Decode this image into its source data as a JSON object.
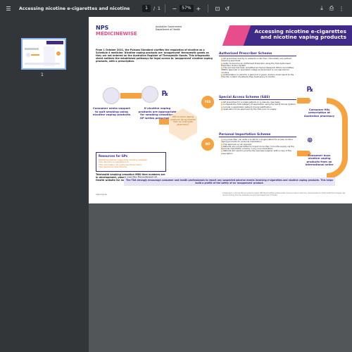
{
  "toolbar": {
    "title": "Accessing nicotine e-cigarettes and nicotine vaping prod...",
    "page_current": "1",
    "page_sep": "/",
    "page_total": "1",
    "zoom": "57%",
    "icons": [
      "menu-icon",
      "zoom-out-icon",
      "zoom-in-icon",
      "fit-page-icon",
      "rotate-icon",
      "download-icon",
      "print-icon",
      "more-icon"
    ]
  },
  "sidebar": {
    "thumb_label": "1"
  },
  "doc": {
    "logo_nps": "NPS",
    "logo_mw": "MEDICINEWISE",
    "gov_line1": "Australian Government",
    "gov_line2": "Department of Health",
    "banner_line1": "Accessing nicotine e-cigarettes",
    "banner_line2": "and nicotine vaping products",
    "intro": "From 1 October 2021, the Poisons Standard clarifies the regulation of nicotine as a Schedule 4 medicine. Nicotine vaping products are 'unapproved' therapeutic goods as they are not entered on the Australian Register of Therapeutic Goods. This infographic sheet outlines the established pathways for legal access to 'unapproved' nicotine vaping products, with a prescription.",
    "consumer_seeks": "Consumer seeks support to quit smoking using nicotine vaping products",
    "gp_writes": "If nicotine vaping products are appropriate for smoking cessation, GP writes prescription.",
    "hex_text": "Will nicotine vaping products be purchased from an Australian pharmacy?",
    "yes": "YES",
    "no": "NO",
    "ap_title": "Authorised Prescriber Scheme",
    "ap_bullets": [
      "GP prescribes directly to patients under their immediate care without requiring approvals",
      "Apply to become an Authorised Prescriber using the TGA Authorised Prescriber Online System",
      "This process has been simplified as Human Research Ethics Committee (HREC) approval or specialist college endorsement is not required for nicotine",
      "Authorisation is valid for a period of 2 years; doctors must report to the TGA the number of patients they treat every 6 months"
    ],
    "sas_title": "Special Access Scheme (SAS)",
    "sas_bullets": [
      "GP prescribes for a single patient on a case-by-case basis",
      "Complete the SAS Category B application using the SAS B Online System",
      "Include in application patient clinical justification",
      "Application to be approved by the TGA prior to supply"
    ],
    "pis_title": "Personal Importation Scheme",
    "pis_bullets": [
      "Any prescriber can write a script for a single patient to access nicotine vaping products for personal importation",
      "TGA approval is not required",
      "Patients are not permitted to import more than 3 months supply via the personal importation scheme in any one importation",
      "Patients will need to provide the overseas supplier with a copy of the prescription"
    ],
    "outcome_pharmacy": "Consumer fills prescription at Australian pharmacy",
    "outcome_overseas": "Consumer buys nicotine vaping products from an international seller",
    "resources_title": "Resources for GPs",
    "resources": [
      "RACGP Guidelines: Supporting smoking cessation",
      "TGA: Nicotine e-cigarettes hub",
      "TGA: Information for Authorised Prescribers",
      "TGA: Special Access Scheme"
    ],
    "telehealth": "Telehealth smoking cessation MBS item numbers are in development, please see the Department of Health website for more information.",
    "footer_band": "The TGA strongly encourage consumer and health professionals to report any suspected adverse events involving e-cigarettes and nicotine vaping products. This helps build a profile of the safety of an 'unapproved' product.",
    "foot_left": "nps.org.au",
    "foot_right": "Independent, not-for-profit and evidence based, NPS MedicineWise enables better decisions about medicines, medical tests and other health technologies. We receive funding from the Australian Government Department of Health."
  },
  "colors": {
    "brand_purple": "#3f2a8a",
    "accent_orange": "#f4a340",
    "accent_pink": "#e74c8b",
    "toolbar": "#323639"
  }
}
